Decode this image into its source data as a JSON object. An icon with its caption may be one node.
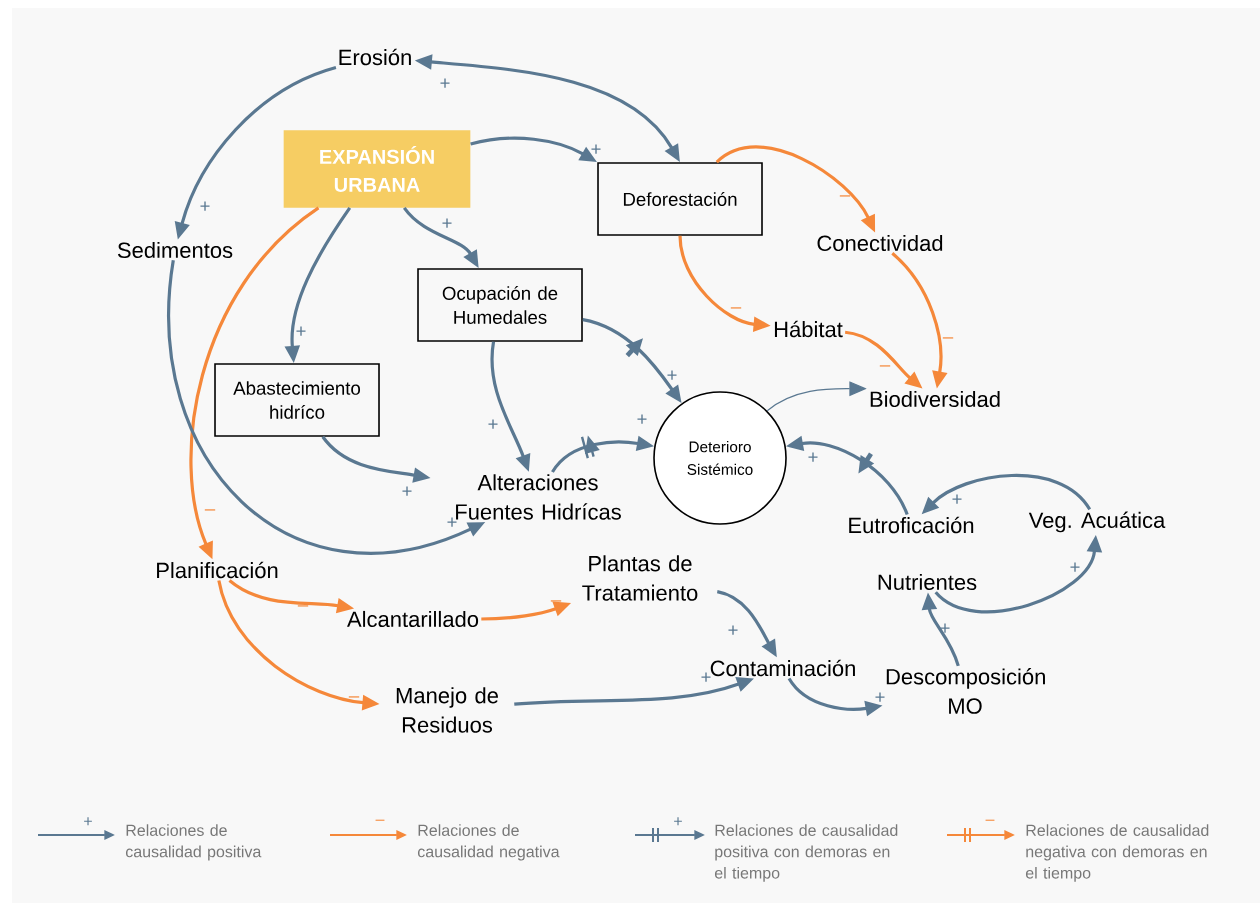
{
  "diagram": {
    "nodes": [
      {
        "text": [
          "Erosión"
        ]
      },
      {
        "text": [
          "EXPANSIÓN URBANA"
        ]
      },
      {
        "text": [
          "Deforestación"
        ]
      },
      {
        "text": [
          "Sedimentos"
        ]
      },
      {
        "text": [
          "Conectividad"
        ]
      },
      {
        "text": [
          "Ocupación de Humedales"
        ]
      },
      {
        "text": [
          "Hábitat"
        ]
      },
      {
        "text": [
          "Abastecimiento hidríco"
        ]
      },
      {
        "text": [
          "Deterioro Sistémico"
        ]
      },
      {
        "text": [
          "Biodiversidad"
        ]
      },
      {
        "text": [
          "Alteraciones Fuentes Hidrícas"
        ]
      },
      {
        "text": [
          "Eutroficación"
        ]
      },
      {
        "text": [
          "Veg. Acuática"
        ]
      },
      {
        "text": [
          "Planificación"
        ]
      },
      {
        "text": [
          "Plantas de Tratamiento"
        ]
      },
      {
        "text": [
          "Nutrientes"
        ]
      },
      {
        "text": [
          "Alcantarillado"
        ]
      },
      {
        "text": [
          "Contaminación"
        ]
      },
      {
        "text": [
          "Descomposición MO"
        ]
      },
      {
        "text": [
          "Manejo de Residuos"
        ]
      }
    ],
    "edges": [
      {
        "from": 0,
        "to": 2,
        "arrow": "both",
        "label": "+"
      },
      {
        "from": 0,
        "to": 3,
        "arrow": "to",
        "label": "+"
      },
      {
        "from": 1,
        "to": 2,
        "arrow": "to",
        "label": "+"
      },
      {
        "from": 1,
        "to": 5,
        "arrow": "to",
        "label": "+"
      },
      {
        "from": 1,
        "to": 7,
        "arrow": "to",
        "label": "+"
      },
      {
        "from": 1,
        "to": 13,
        "arrow": "to",
        "label": "–",
        "color": "#f5883a"
      },
      {
        "from": 2,
        "to": 4,
        "arrow": "to",
        "label": "–",
        "color": "#f5883a"
      },
      {
        "from": 2,
        "to": 6,
        "arrow": "to",
        "label": "–",
        "color": "#f5883a"
      },
      {
        "from": 4,
        "to": 9,
        "arrow": "to",
        "label": "–",
        "color": "#f5883a"
      },
      {
        "from": 6,
        "to": 9,
        "arrow": "to",
        "label": "–",
        "color": "#f5883a"
      },
      {
        "from": 5,
        "to": 8,
        "arrow": "to",
        "label": "+"
      },
      {
        "from": 5,
        "to": 10,
        "arrow": "to",
        "label": "+"
      },
      {
        "from": 10,
        "to": 8,
        "arrow": "to",
        "label": "+"
      },
      {
        "from": 7,
        "to": 10,
        "arrow": "to",
        "label": "+"
      },
      {
        "from": 3,
        "to": 10,
        "arrow": "to",
        "label": "+"
      },
      {
        "from": 8,
        "to": 9,
        "arrow": "to"
      },
      {
        "from": 11,
        "to": 8,
        "arrow": "to",
        "label": "+"
      },
      {
        "from": 12,
        "to": 11,
        "arrow": "to",
        "label": "+"
      },
      {
        "from": 15,
        "to": 12,
        "arrow": "to",
        "label": "+"
      },
      {
        "from": 18,
        "to": 15,
        "arrow": "to",
        "label": "+"
      },
      {
        "from": 13,
        "to": 16,
        "arrow": "to",
        "label": "–",
        "color": "#f5883a"
      },
      {
        "from": 13,
        "to": 19,
        "arrow": "to",
        "label": "–",
        "color": "#f5883a"
      },
      {
        "from": 16,
        "to": 14,
        "arrow": "to",
        "label": "–",
        "color": "#f5883a"
      },
      {
        "from": 14,
        "to": 17,
        "arrow": "to",
        "label": "+"
      },
      {
        "from": 19,
        "to": 17,
        "arrow": "to",
        "label": "+"
      },
      {
        "from": 17,
        "to": 18,
        "arrow": "to",
        "label": "+"
      }
    ],
    "labels": [
      "+",
      "–",
      "+",
      "–"
    ],
    "legend": [
      {
        "text": "Relaciones de causalidad positiva"
      },
      {
        "text": "Relaciones de causalidad negativa"
      },
      {
        "text": "Relaciones de causalidad positiva con demoras en el tiempo"
      },
      {
        "text": "Relaciones de causalidad negativa con demoras en el tiempo"
      }
    ]
  }
}
